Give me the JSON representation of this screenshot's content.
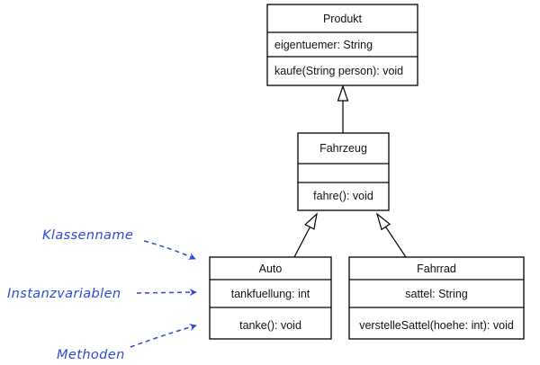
{
  "classes": {
    "produkt": {
      "name": "Produkt",
      "attribute": "eigentuemer: String",
      "method": "kaufe(String person): void"
    },
    "fahrzeug": {
      "name": "Fahrzeug",
      "attribute": "",
      "method": "fahre(): void"
    },
    "auto": {
      "name": "Auto",
      "attribute": "tankfuellung: int",
      "method": "tanke(): void"
    },
    "fahrrad": {
      "name": "Fahrrad",
      "attribute": "sattel: String",
      "method": "verstelleSattel(hoehe: int): void"
    }
  },
  "annotations": {
    "class_name": "Klassenname",
    "instance_variables": "Instanzvariablen",
    "methods": "Methoden"
  },
  "colors": {
    "line": "#000000",
    "annotation": "#2a4bd6"
  }
}
